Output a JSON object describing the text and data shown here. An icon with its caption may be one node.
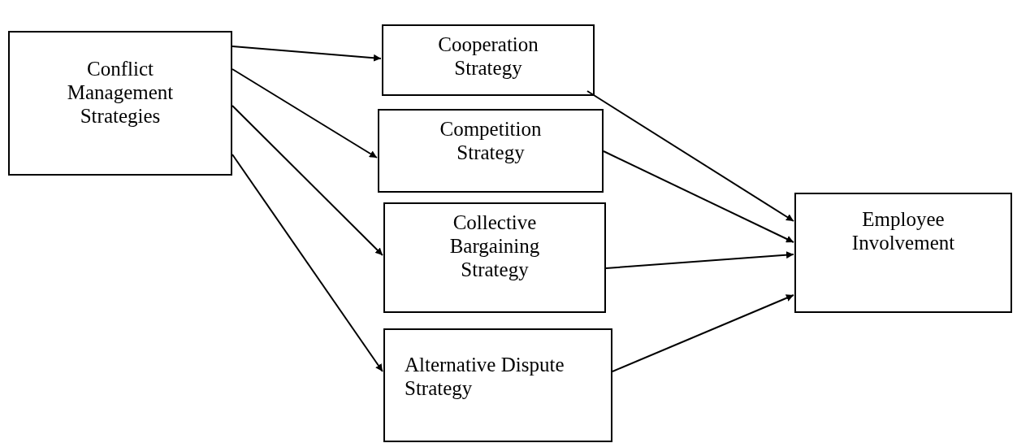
{
  "diagram": {
    "nodes": [
      {
        "text": [
          "Conflict Management Strategies"
        ]
      },
      {
        "text": [
          "Cooperation Strategy"
        ]
      },
      {
        "text": [
          "Competition Strategy"
        ]
      },
      {
        "text": [
          "Collective Bargaining Strategy"
        ]
      },
      {
        "text": [
          "Alternative Dispute Strategy"
        ]
      },
      {
        "text": [
          "Employee Involvement"
        ]
      }
    ],
    "edges": [
      {
        "from": 0,
        "to": 1,
        "arrow": "to"
      },
      {
        "from": 0,
        "to": 2,
        "arrow": "to"
      },
      {
        "from": 0,
        "to": 3,
        "arrow": "to"
      },
      {
        "from": 0,
        "to": 4,
        "arrow": "to"
      },
      {
        "from": 1,
        "to": 5,
        "arrow": "to"
      },
      {
        "from": 2,
        "to": 5,
        "arrow": "to"
      },
      {
        "from": 3,
        "to": 5,
        "arrow": "to"
      },
      {
        "from": 4,
        "to": 5,
        "arrow": "to"
      }
    ]
  }
}
